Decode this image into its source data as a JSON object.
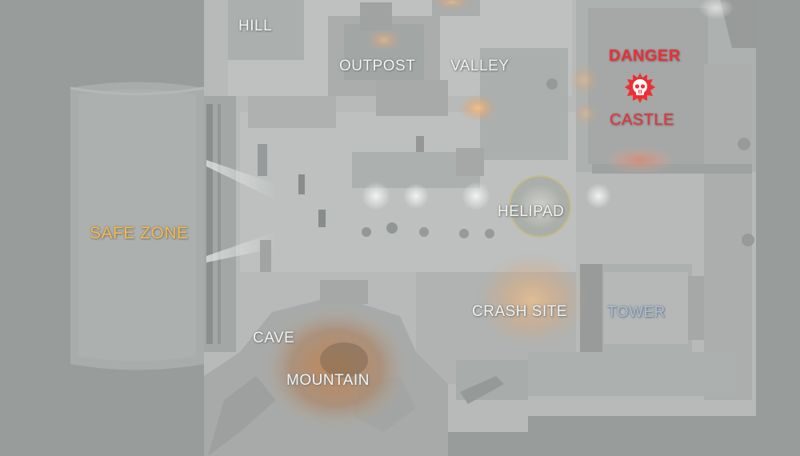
{
  "colors": {
    "void": "#8f9392",
    "ground": "#b8bbb9",
    "safe_zone_fill": "#a6a9a8",
    "label_default": "#f4f4f2",
    "label_safe": "#f6b94a",
    "label_danger": "#ee2e35",
    "label_tower": "#a9bde0",
    "glow_warm": "#ffb267"
  },
  "map": {
    "locations": {
      "hill": {
        "name": "HILL",
        "color": "#f4f4f2"
      },
      "outpost": {
        "name": "OUTPOST",
        "color": "#f4f4f2"
      },
      "valley": {
        "name": "VALLEY",
        "color": "#f4f4f2"
      },
      "danger": {
        "name": "DANGER",
        "color": "#ee2e35"
      },
      "castle": {
        "name": "CASTLE",
        "color": "#ee2e35"
      },
      "safe_zone": {
        "name": "SAFE ZONE",
        "color": "#f6b94a"
      },
      "helipad": {
        "name": "HELIPAD",
        "color": "#f4f4f2"
      },
      "crash_site": {
        "name": "CRASH SITE",
        "color": "#f4f4f2"
      },
      "tower": {
        "name": "TOWER",
        "color": "#a9bde0"
      },
      "cave": {
        "name": "CAVE",
        "color": "#f4f4f2"
      },
      "mountain": {
        "name": "MOUNTAIN",
        "color": "#f4f4f2"
      }
    },
    "danger_marker_icon": "skull-icon"
  }
}
